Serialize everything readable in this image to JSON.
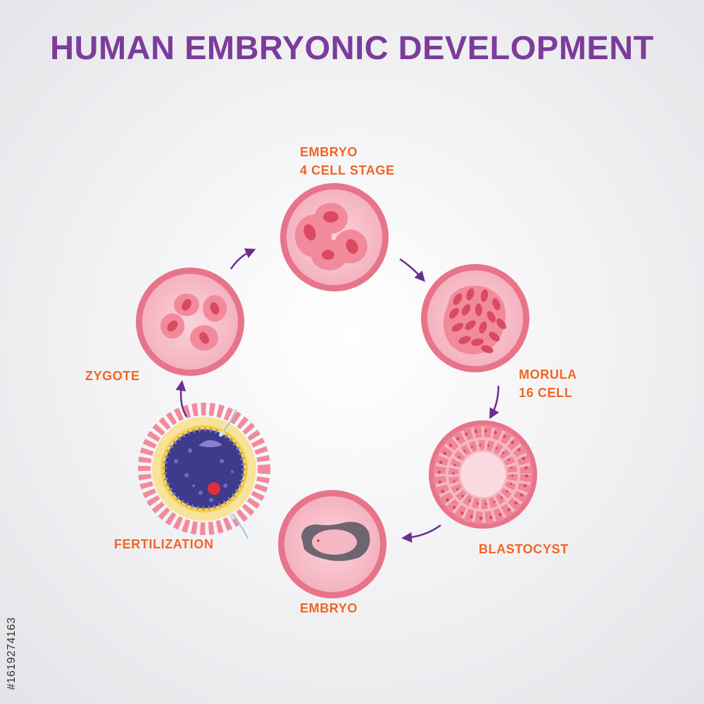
{
  "title": "HUMAN EMBRYONIC DEVELOPMENT",
  "stages": {
    "embryo_4cell": {
      "line1": "EMBRYO",
      "line2": "4 CELL STAGE"
    },
    "morula": {
      "line1": "MORULA",
      "line2": "16 CELL"
    },
    "blastocyst": {
      "label": "BLASTOCYST"
    },
    "embryo": {
      "label": "EMBRYO"
    },
    "fertilization": {
      "label": "FERTILIZATION"
    },
    "zygote": {
      "label": "ZYGOTE"
    }
  },
  "watermark": {
    "id": "#1619274163"
  },
  "colors": {
    "title": "#7b3c9c",
    "label": "#f26522",
    "arrow": "#6a2f8e",
    "circle_rim": "#e8748a",
    "circle_fill": "#f7c2cc"
  }
}
